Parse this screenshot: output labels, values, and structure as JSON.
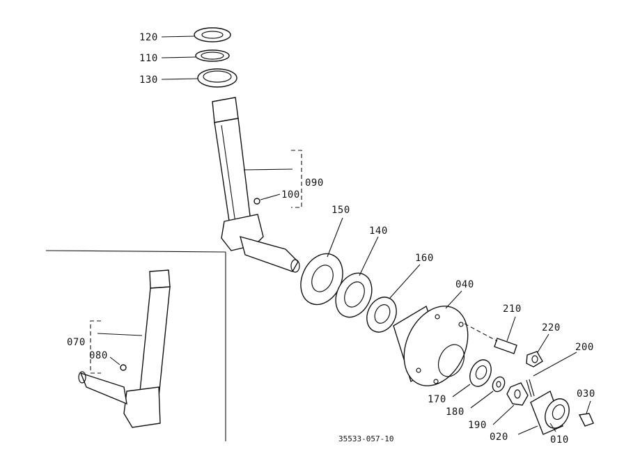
{
  "labels": {
    "p120": "120",
    "p110": "110",
    "p130": "130",
    "p090": "090",
    "p100": "100",
    "p150": "150",
    "p140": "140",
    "p160": "160",
    "p040": "040",
    "p210": "210",
    "p220": "220",
    "p200": "200",
    "p030": "030",
    "p010": "010",
    "p020": "020",
    "p190": "190",
    "p180": "180",
    "p170": "170",
    "p070": "070",
    "p080": "080"
  },
  "drawing_number": "35533-057-10"
}
